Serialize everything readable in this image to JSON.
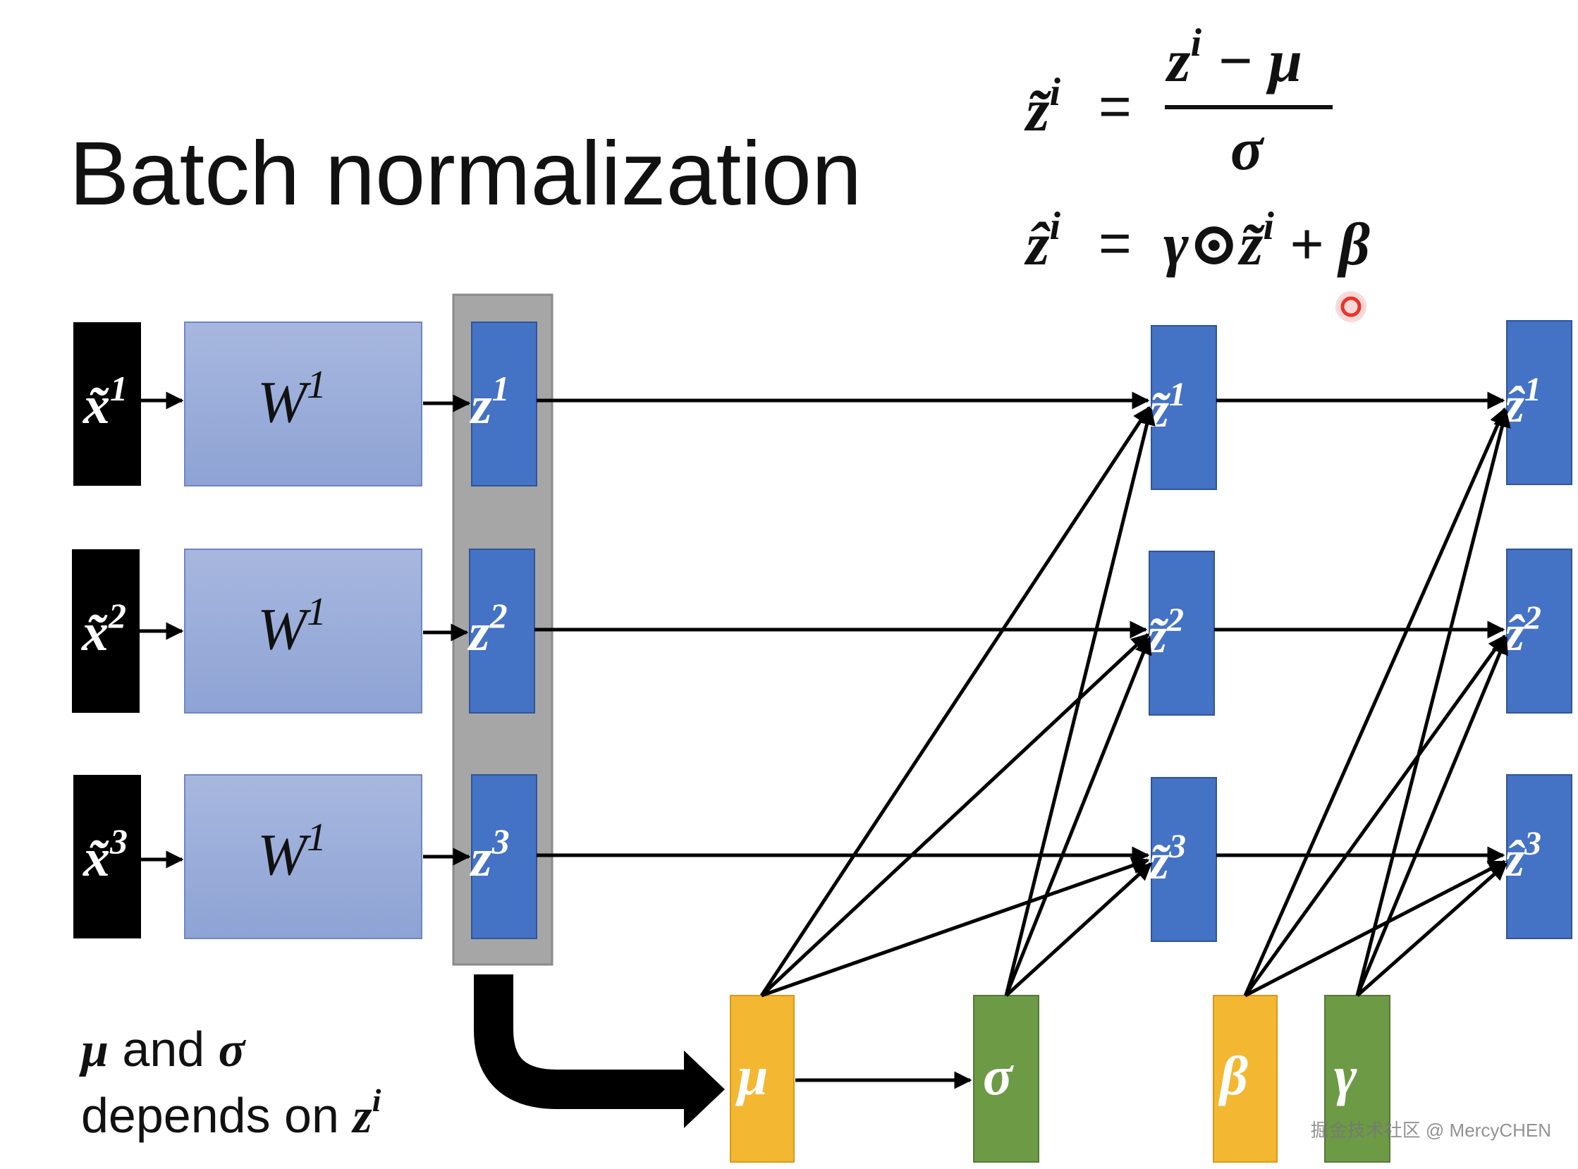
{
  "title": "Batch normalization",
  "formulas": {
    "ztilde_lhs": "z̃",
    "ztilde_sup": "i",
    "equals": "=",
    "numerator_z": "z",
    "numerator_sup": "i",
    "numerator_rest": " − μ",
    "denominator": "σ",
    "zhat_lhs": "ẑ",
    "zhat_sup": "i",
    "zhat_rhs_a": "γ⊙z̃",
    "zhat_rhs_sup": "i",
    "zhat_rhs_b": " + β"
  },
  "inputs": [
    {
      "base": "x̃",
      "sup": "1"
    },
    {
      "base": "x̃",
      "sup": "2"
    },
    {
      "base": "x̃",
      "sup": "3"
    }
  ],
  "weights": [
    {
      "base": "W",
      "sup": "1"
    },
    {
      "base": "W",
      "sup": "1"
    },
    {
      "base": "W",
      "sup": "1"
    }
  ],
  "z_nodes": [
    {
      "base": "z",
      "sup": "1"
    },
    {
      "base": "z",
      "sup": "2"
    },
    {
      "base": "z",
      "sup": "3"
    }
  ],
  "ztilde_nodes": [
    {
      "base": "z̃",
      "sup": "1"
    },
    {
      "base": "z̃",
      "sup": "2"
    },
    {
      "base": "z̃",
      "sup": "3"
    }
  ],
  "zhat_nodes": [
    {
      "base": "ẑ",
      "sup": "1"
    },
    {
      "base": "ẑ",
      "sup": "2"
    },
    {
      "base": "ẑ",
      "sup": "3"
    }
  ],
  "stats": {
    "mu": "μ",
    "sigma": "σ",
    "beta": "β",
    "gamma": "γ"
  },
  "note": {
    "mu": "μ",
    "and": " and ",
    "sigma": "σ",
    "line2": "depends on ",
    "z": "z",
    "sup": "i"
  },
  "watermark": "掘金技术社区 @ MercyCHEN",
  "colors": {
    "input_black": "#000000",
    "weight_light_blue": "#9aacd8",
    "node_blue": "#4472c4",
    "gray_box": "#a6a6a6",
    "mu_beta_orange": "#f4b731",
    "sigma_gamma_green": "#6c9a45",
    "cursor_red": "#e8332a"
  }
}
